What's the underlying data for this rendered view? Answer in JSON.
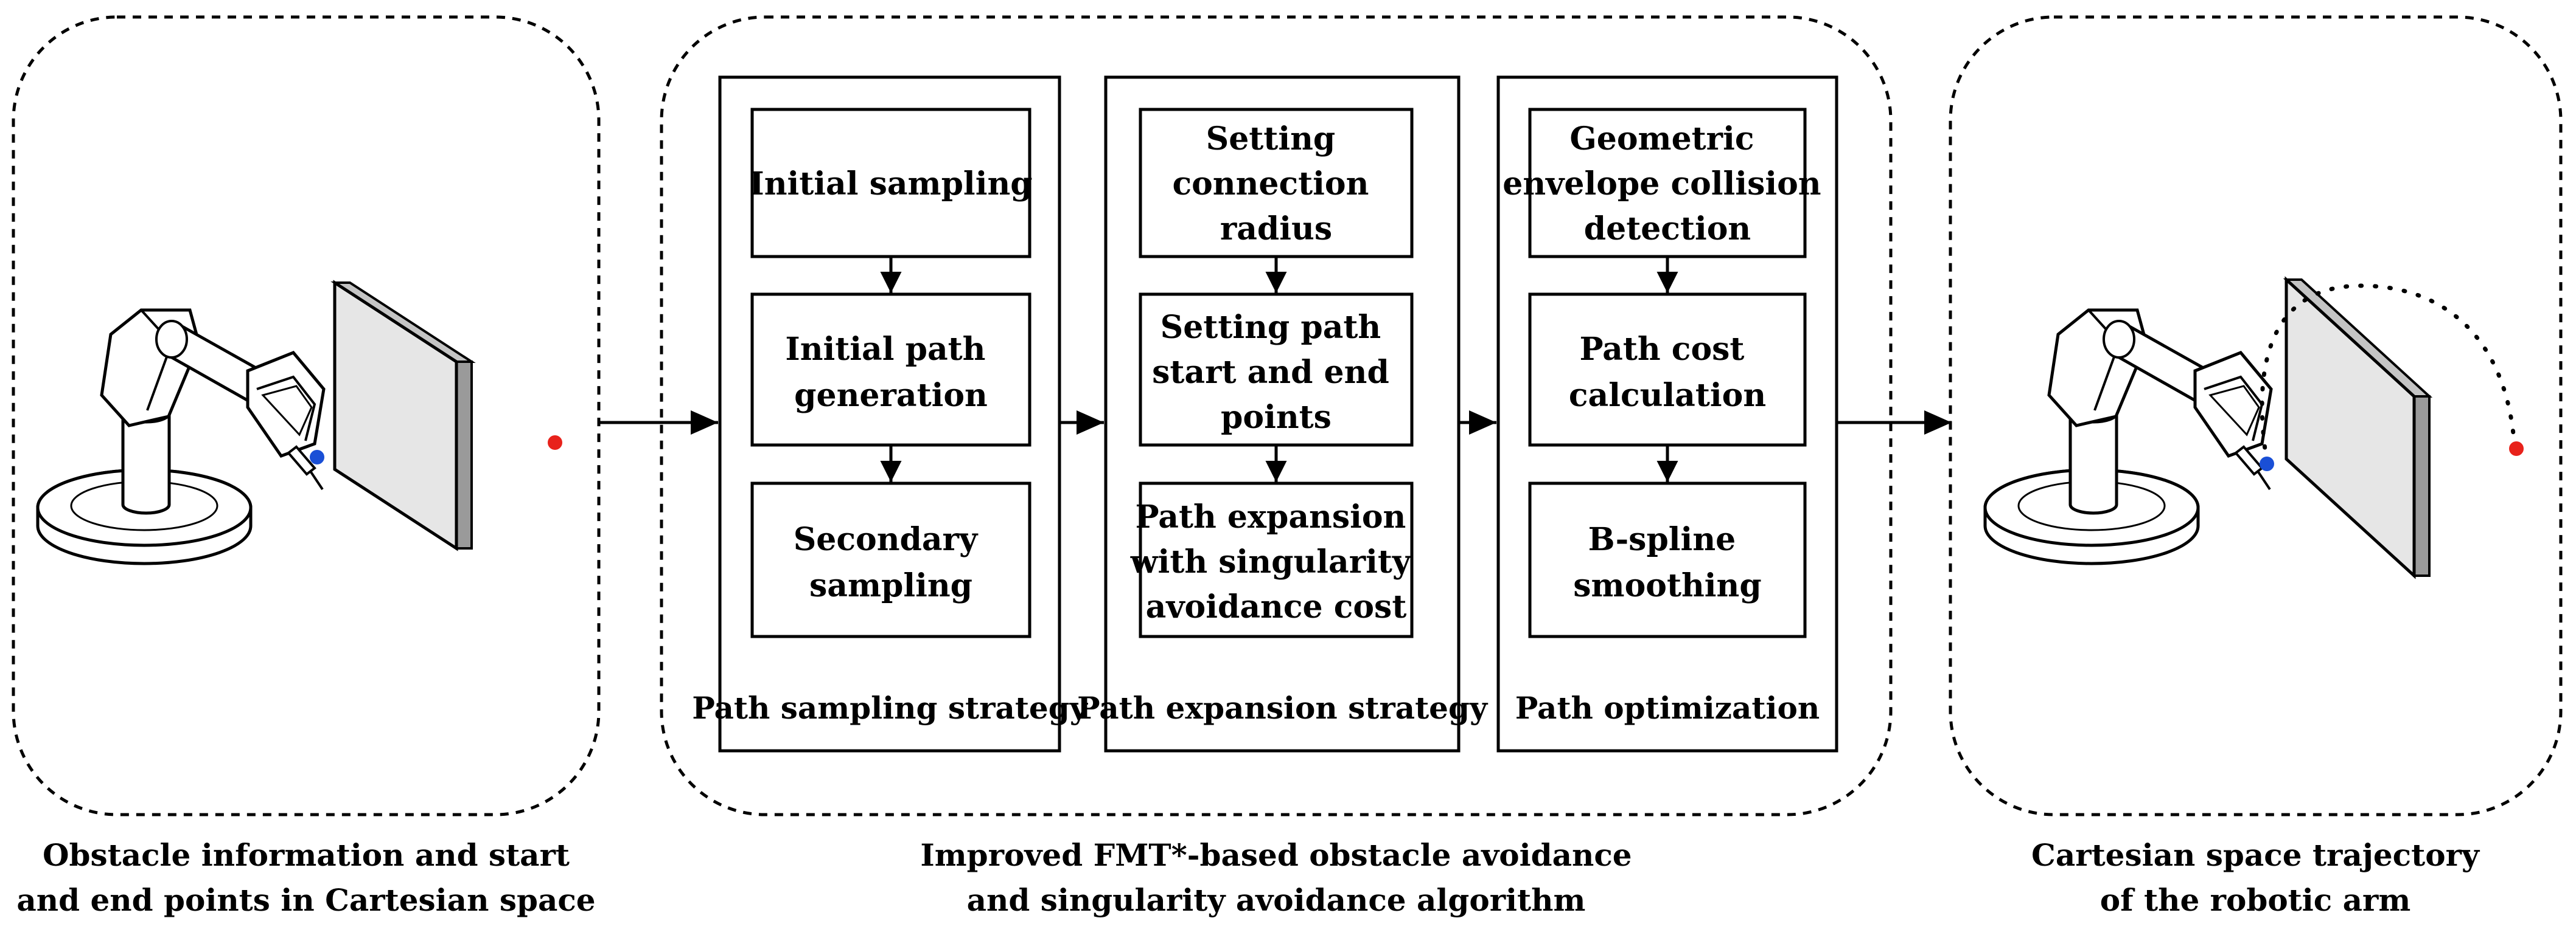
{
  "left_group": {
    "caption": [
      "Obstacle information and start",
      "and end points in Cartesian space"
    ]
  },
  "middle_group": {
    "caption": [
      "Improved FMT*-based obstacle avoidance",
      "and singularity avoidance algorithm"
    ],
    "panels": [
      {
        "label": "Path sampling strategy",
        "boxes": [
          [
            "Initial sampling"
          ],
          [
            "Initial path",
            "generation"
          ],
          [
            "Secondary",
            "sampling"
          ]
        ]
      },
      {
        "label": "Path expansion strategy",
        "boxes": [
          [
            "Setting",
            "connection",
            "radius"
          ],
          [
            "Setting path",
            "start and end",
            "points"
          ],
          [
            "Path expansion",
            "with singularity",
            "avoidance cost"
          ]
        ]
      },
      {
        "label": "Path optimization",
        "boxes": [
          [
            "Geometric",
            "envelope collision",
            "detection"
          ],
          [
            "Path cost",
            "calculation"
          ],
          [
            "B-spline",
            "smoothing"
          ]
        ]
      }
    ]
  },
  "right_group": {
    "caption": [
      "Cartesian space trajectory",
      "of the robotic arm"
    ]
  },
  "colors": {
    "start_point": "#1a4fd6",
    "end_point": "#e8221b",
    "obstacle_fill": "#e6e6e6",
    "obstacle_side": "#c4c4c4",
    "stroke": "#000000"
  }
}
